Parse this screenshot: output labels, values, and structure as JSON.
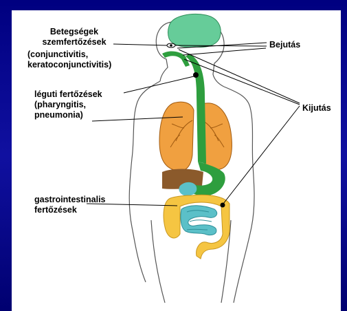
{
  "labels": {
    "eye_infection_line1": "Betegségek",
    "eye_infection_line2": "szemfertőzések",
    "eye_infection_line3": "(conjunctivitis,",
    "eye_infection_line4": "keratoconjunctivitis)",
    "entry": "Bejutás",
    "respiratory_line1": "léguti fertőzések",
    "respiratory_line2": "(pharyngitis,",
    "respiratory_line3": "pneumonia)",
    "exit": "Kijutás",
    "gi_line1": "gastrointestinalis",
    "gi_line2": "fertőzések"
  },
  "colors": {
    "frame": "#000080",
    "brain": "#66cc99",
    "lungs": "#f0a040",
    "liver": "#8b5a2b",
    "digestive_tract": "#2e9e3e",
    "small_intestine": "#5bc0c8",
    "large_intestine": "#f5c542"
  }
}
